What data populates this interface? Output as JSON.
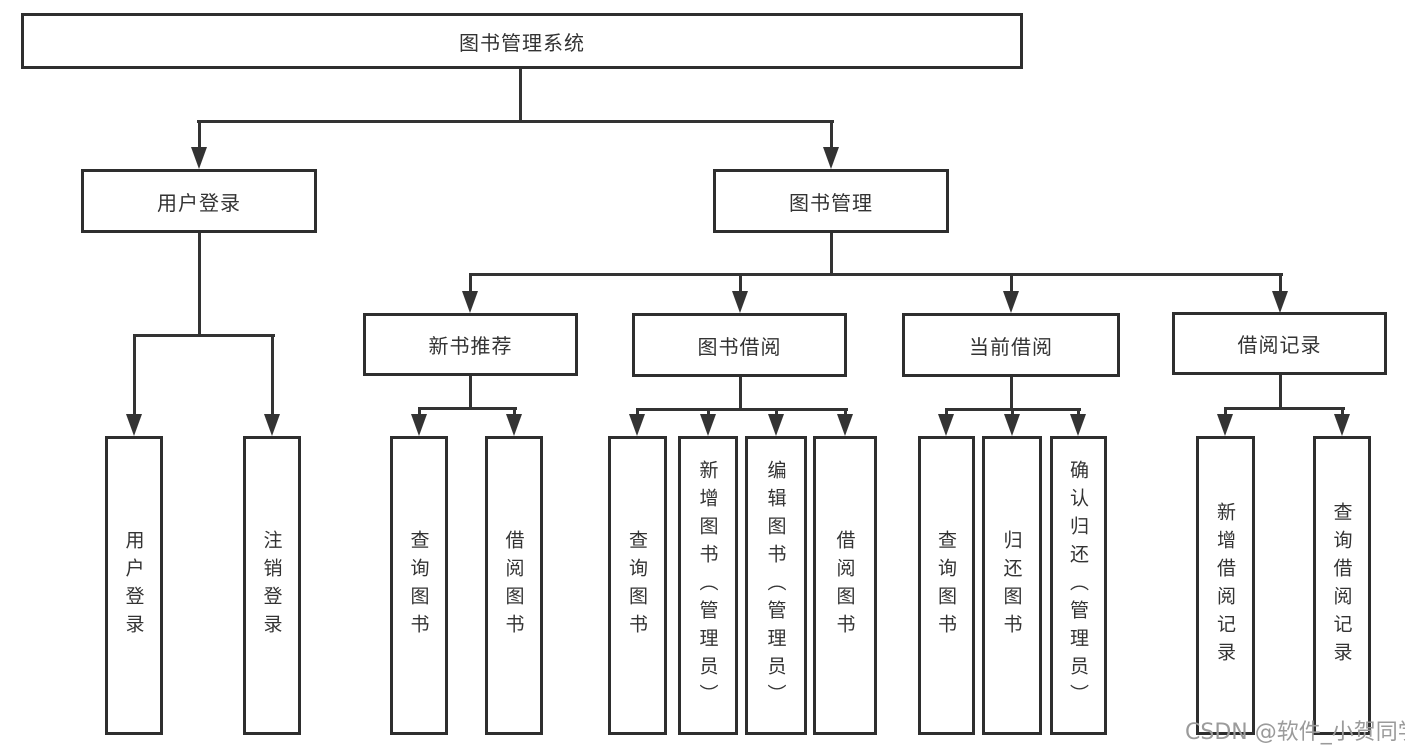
{
  "diagram": {
    "root": {
      "label": "图书管理系统"
    },
    "branches": [
      {
        "label": "用户登录",
        "children": [
          {
            "label": "用户登录"
          },
          {
            "label": "注销登录"
          }
        ]
      },
      {
        "label": "图书管理",
        "groups": [
          {
            "label": "新书推荐",
            "children": [
              {
                "label": "查询图书"
              },
              {
                "label": "借阅图书"
              }
            ]
          },
          {
            "label": "图书借阅",
            "children": [
              {
                "label": "查询图书"
              },
              {
                "label": "新增图书（管理员）"
              },
              {
                "label": "编辑图书（管理员）"
              },
              {
                "label": "借阅图书"
              }
            ]
          },
          {
            "label": "当前借阅",
            "children": [
              {
                "label": "查询图书"
              },
              {
                "label": "归还图书"
              },
              {
                "label": "确认归还（管理员）"
              }
            ]
          },
          {
            "label": "借阅记录",
            "children": [
              {
                "label": "新增借阅记录"
              },
              {
                "label": "查询借阅记录"
              }
            ]
          }
        ]
      }
    ]
  },
  "watermark": {
    "text": "CSDN @软件_小贺同学"
  },
  "colors": {
    "line": "#333333",
    "box_border": "#2e2e2e",
    "box_background": "#ffffff",
    "text": "#333333",
    "watermark": "#9b9b9b"
  }
}
